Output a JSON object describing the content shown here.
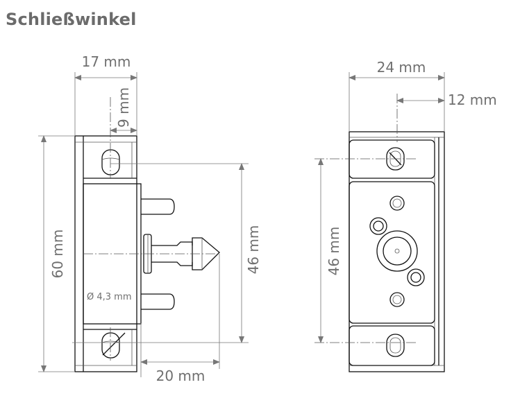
{
  "title": "Schließwinkel",
  "dimensions": {
    "side_width": "17 mm",
    "side_offset": "9 mm",
    "side_height": "60 mm",
    "side_hole_spacing": "46 mm",
    "side_pin_length": "20 mm",
    "hole_diameter": "Ø 4,3 mm",
    "front_width": "24 mm",
    "front_offset": "12 mm",
    "front_hole_spacing": "46 mm"
  },
  "colors": {
    "line": "#111111",
    "dimension_text": "#6f6f6f",
    "title": "#6b6b6b"
  }
}
